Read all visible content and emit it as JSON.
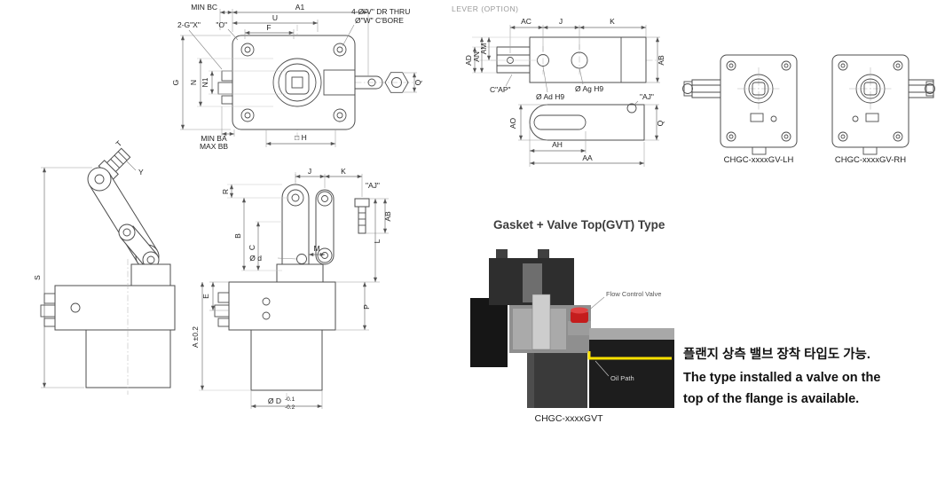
{
  "top_view": {
    "min_bc": "MIN BC",
    "a1": "A1",
    "u": "U",
    "f": "F",
    "o": "\"O\"",
    "thread_note": "2-G\"X\"",
    "drill_note_line1": "4-Ø\"V\" DR THRU",
    "drill_note_line2": "Ø\"W\" C'BORE",
    "g": "G",
    "n": "N",
    "n1": "N1",
    "min_ba": "MIN BA",
    "max_bb": "MAX BB",
    "h": "□ H",
    "q": "Q"
  },
  "lever_option": {
    "title": "LEVER (OPTION)",
    "ac": "AC",
    "j": "J",
    "k": "K",
    "am": "AM",
    "an": "AN",
    "ad": "AD",
    "c_ap": "C\"AP\"",
    "ad_h9": "Ø Ad H9",
    "ag_h9": "Ø Ag H9",
    "ab": "AB",
    "aj": "\"AJ\"",
    "q": "Q",
    "ao": "AO",
    "ah": "AH",
    "aa": "AA"
  },
  "gv_views": {
    "lh_caption": "CHGC-xxxxGV-LH",
    "rh_caption": "CHGC-xxxxGV-RH"
  },
  "arm_side_view": {
    "t": "T",
    "y": "Y",
    "s": "S"
  },
  "dimension_side_view": {
    "r": "R",
    "j": "J",
    "k": "K",
    "aj": "\"AJ\"",
    "b": "B",
    "c": "C",
    "small_d": "Ø d",
    "m": "M",
    "ab": "AB",
    "l": "L",
    "p": "P",
    "e": "E",
    "a_tol": "A ±0.2",
    "big_d": "Ø D",
    "d_tol_upper": "-0.1",
    "d_tol_lower": "-0.2"
  },
  "gvt": {
    "title": "Gasket + Valve Top(GVT) Type",
    "valve_label": "Flow Control Valve",
    "oil_label": "Oil Path",
    "caption": "CHGC-xxxxGVT",
    "kr": "플랜지 상측 밸브 장착 타입도 가능.",
    "en1": "The type installed a valve on the",
    "en2": "top of the flange is available.",
    "accent_red": "#c41d1d",
    "oil_yellow": "#ffe200"
  }
}
